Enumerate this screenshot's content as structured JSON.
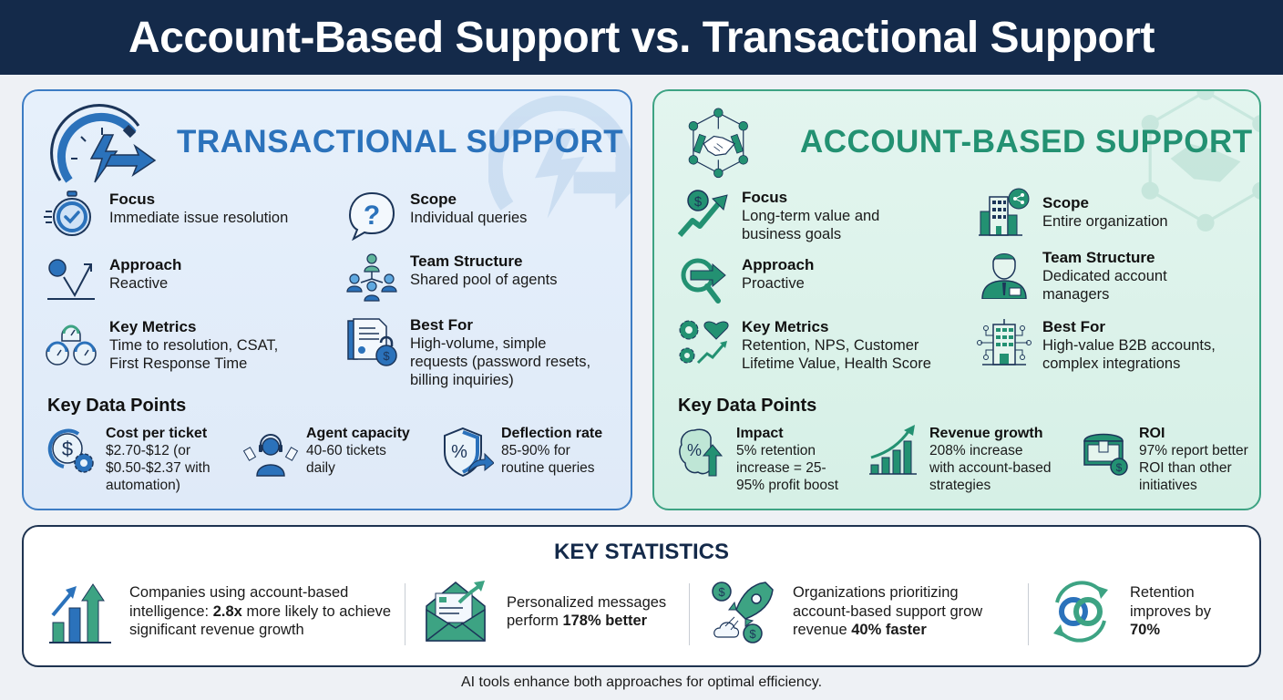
{
  "title": "Account-Based Support vs. Transactional Support",
  "colors": {
    "title_bg": "#142a4a",
    "transactional_accent": "#2b72bb",
    "account_accent": "#239172",
    "transactional_bg": "#e6f0fb",
    "account_bg": "#e3f5ef"
  },
  "transactional": {
    "title": "TRANSACTIONAL SUPPORT",
    "header_icon": "speedometer-lightning-arrow-icon",
    "features": [
      {
        "icon": "stopwatch-check-icon",
        "label": "Focus",
        "value": "Immediate issue resolution"
      },
      {
        "icon": "question-bubble-icon",
        "label": "Scope",
        "value": "Individual queries"
      },
      {
        "icon": "bounce-arrow-icon",
        "label": "Approach",
        "value": "Reactive"
      },
      {
        "icon": "team-network-icon",
        "label": "Team Structure",
        "value": "Shared pool of agents"
      },
      {
        "icon": "gauges-icon",
        "label": "Key Metrics",
        "value_lines": [
          "Time to resolution, CSAT,",
          "First Response Time"
        ]
      },
      {
        "icon": "document-lock-icon",
        "label": "Best For",
        "value_lines": [
          "High-volume, simple",
          "requests (password resets,",
          "billing inquiries)"
        ]
      }
    ],
    "key_data_title": "Key Data Points",
    "key_data": [
      {
        "icon": "dollar-gear-icon",
        "label": "Cost per ticket",
        "value_lines": [
          "$2.70-$12 (or",
          "$0.50-$2.37 with",
          "automation)"
        ]
      },
      {
        "icon": "headset-agent-icon",
        "label": "Agent capacity",
        "value_lines": [
          "40-60 tickets",
          "daily"
        ]
      },
      {
        "icon": "shield-percent-icon",
        "label": "Deflection rate",
        "value_lines": [
          "85-90% for",
          "routine queries"
        ]
      }
    ]
  },
  "account_based": {
    "title": "ACCOUNT-BASED SUPPORT",
    "header_icon": "handshake-network-icon",
    "features": [
      {
        "icon": "dollar-growth-icon",
        "label": "Focus",
        "value_lines": [
          "Long-term value and",
          "business goals"
        ]
      },
      {
        "icon": "building-share-icon",
        "label": "Scope",
        "value": "Entire organization"
      },
      {
        "icon": "magnifier-arrow-icon",
        "label": "Approach",
        "value": "Proactive"
      },
      {
        "icon": "account-manager-icon",
        "label": "Team Structure",
        "value_lines": [
          "Dedicated account",
          "managers"
        ]
      },
      {
        "icon": "gear-heart-trend-icon",
        "label": "Key Metrics",
        "value_lines": [
          "Retention, NPS, Customer",
          "Lifetime Value, Health Score"
        ]
      },
      {
        "icon": "building-circuit-icon",
        "label": "Best For",
        "value_lines": [
          "High-value B2B accounts,",
          "complex integrations"
        ]
      }
    ],
    "key_data_title": "Key Data Points",
    "key_data": [
      {
        "icon": "brain-percent-icon",
        "label": "Impact",
        "value_lines": [
          "5% retention",
          "increase = 25-",
          "95% profit boost"
        ]
      },
      {
        "icon": "bar-growth-icon",
        "label": "Revenue growth",
        "value_lines": [
          "208% increase",
          "with account-based",
          "strategies"
        ]
      },
      {
        "icon": "treasure-chest-icon",
        "label": "ROI",
        "value_lines": [
          "97% report better",
          "ROI than other",
          "initiatives"
        ]
      }
    ]
  },
  "key_statistics": {
    "title": "KEY STATISTICS",
    "items": [
      {
        "icon": "bar-chart-arrows-icon",
        "pre": "Companies using account-based intelligence: ",
        "bold": "2.8x",
        "post": " more likely to achieve significant revenue growth"
      },
      {
        "icon": "envelope-letter-icon",
        "pre": "Personalized messages perform ",
        "bold": "178% better",
        "post": ""
      },
      {
        "icon": "rocket-coins-icon",
        "pre": "Organizations prioritizing account-based support grow revenue ",
        "bold": "40% faster",
        "post": ""
      },
      {
        "icon": "rings-cycle-icon",
        "pre": "Retention improves by ",
        "bold": "70%",
        "post": ""
      }
    ]
  },
  "footer": "AI tools enhance both approaches for optimal efficiency."
}
